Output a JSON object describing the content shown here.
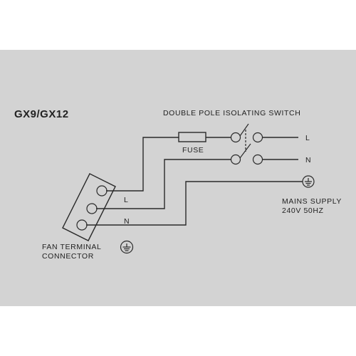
{
  "diagram": {
    "title": "GX9/GX12",
    "switch_label": "DOUBLE POLE ISOLATING SWITCH",
    "fuse_label": "FUSE",
    "switch_live_label": "L",
    "switch_neutral_label": "N",
    "connector_live_label": "L",
    "connector_neutral_label": "N",
    "supply_label_line1": "MAINS SUPPLY",
    "supply_label_line2": "240V 50HZ",
    "connector_label_line1": "FAN TERMINAL",
    "connector_label_line2": "CONNECTOR"
  },
  "colors": {
    "panel": "#d3d3d3",
    "line": "#2a2a2a",
    "text": "#222222"
  }
}
